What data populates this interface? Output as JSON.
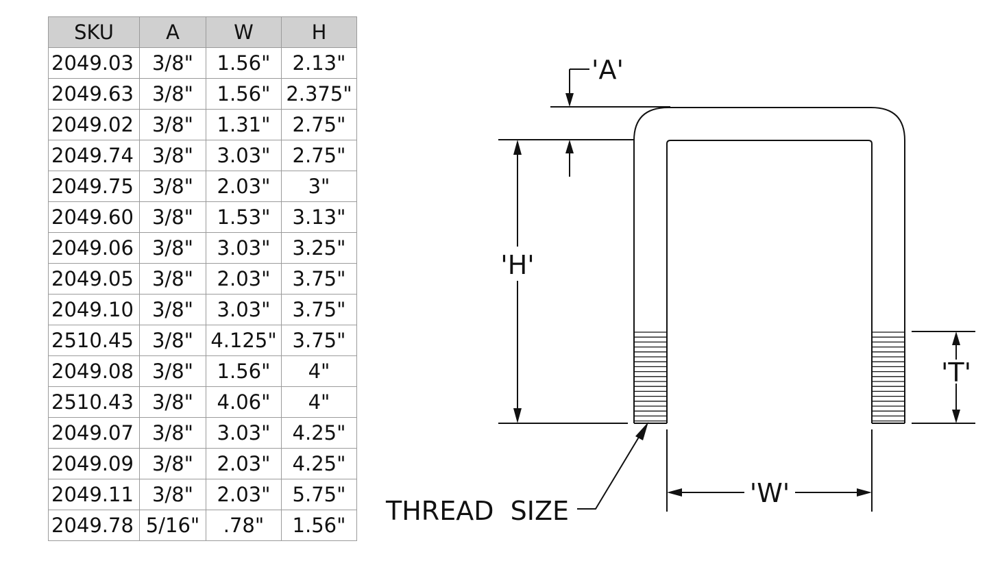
{
  "table": {
    "headers": [
      "SKU",
      "A",
      "W",
      "H"
    ],
    "rows": [
      [
        "2049.03",
        "3/8\"",
        "1.56\"",
        "2.13\""
      ],
      [
        "2049.63",
        "3/8\"",
        "1.56\"",
        "2.375\""
      ],
      [
        "2049.02",
        "3/8\"",
        "1.31\"",
        "2.75\""
      ],
      [
        "2049.74",
        "3/8\"",
        "3.03\"",
        "2.75\""
      ],
      [
        "2049.75",
        "3/8\"",
        "2.03\"",
        "3\""
      ],
      [
        "2049.60",
        "3/8\"",
        "1.53\"",
        "3.13\""
      ],
      [
        "2049.06",
        "3/8\"",
        "3.03\"",
        "3.25\""
      ],
      [
        "2049.05",
        "3/8\"",
        "2.03\"",
        "3.75\""
      ],
      [
        "2049.10",
        "3/8\"",
        "3.03\"",
        "3.75\""
      ],
      [
        "2510.45",
        "3/8\"",
        "4.125\"",
        "3.75\""
      ],
      [
        "2049.08",
        "3/8\"",
        "1.56\"",
        "4\""
      ],
      [
        "2510.43",
        "3/8\"",
        "4.06\"",
        "4\""
      ],
      [
        "2049.07",
        "3/8\"",
        "3.03\"",
        "4.25\""
      ],
      [
        "2049.09",
        "3/8\"",
        "2.03\"",
        "4.25\""
      ],
      [
        "2049.11",
        "3/8\"",
        "2.03\"",
        "5.75\""
      ],
      [
        "2049.78",
        "5/16\"",
        ".78\"",
        "1.56\""
      ]
    ]
  },
  "drawing": {
    "label_a": "'A'",
    "label_h": "'H'",
    "label_t": "'T'",
    "label_w": "'W'",
    "label_thread": "THREAD  SIZE"
  },
  "colors": {
    "header_bg": "#d0d0d0",
    "border": "#9a9a9a",
    "line": "#111111"
  }
}
